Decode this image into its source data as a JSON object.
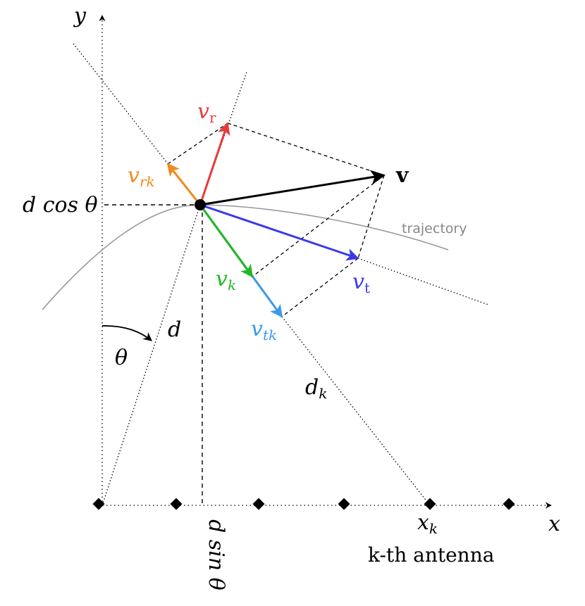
{
  "axes": {
    "x_label": "x",
    "y_label": "y"
  },
  "labels": {
    "v": "v",
    "v_r": "v",
    "v_r_sub": "r",
    "v_rk": "v",
    "v_rk_sub": "rk",
    "v_t": "v",
    "v_t_sub": "t",
    "v_k": "v",
    "v_k_sub": "k",
    "v_tk": "v",
    "v_tk_sub": "tk",
    "d_cos_theta": "d cos θ",
    "d_sin_theta": "d sin θ",
    "d": "d",
    "d_k": "d",
    "d_k_sub": "k",
    "theta": "θ",
    "x_k": "x",
    "x_k_sub": "k",
    "trajectory": "trajectory",
    "antenna_caption": "k-th antenna"
  },
  "colors": {
    "v": "#000000",
    "v_r": "#e83a3a",
    "v_rk": "#f08a1c",
    "v_t": "#3a3ae8",
    "v_k": "#22b822",
    "v_tk": "#3a9ae8",
    "trajectory": "#999999"
  },
  "antennas": {
    "count": 6
  }
}
